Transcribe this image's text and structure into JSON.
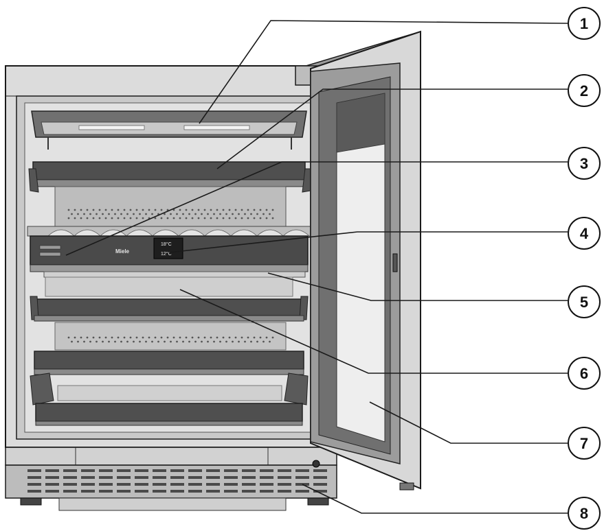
{
  "appliance": {
    "brand": "Miele",
    "display": {
      "upper_temp": "18°C",
      "lower_temp": "12°C"
    }
  },
  "callouts": [
    {
      "label": "1"
    },
    {
      "label": "2"
    },
    {
      "label": "3"
    },
    {
      "label": "4"
    },
    {
      "label": "5"
    },
    {
      "label": "6"
    },
    {
      "label": "7"
    },
    {
      "label": "8"
    }
  ],
  "colors": {
    "line": "#1a1a1a",
    "shelf": "#555555",
    "panel": "#4a4a4a",
    "cabinet": "#dcdcdc"
  }
}
